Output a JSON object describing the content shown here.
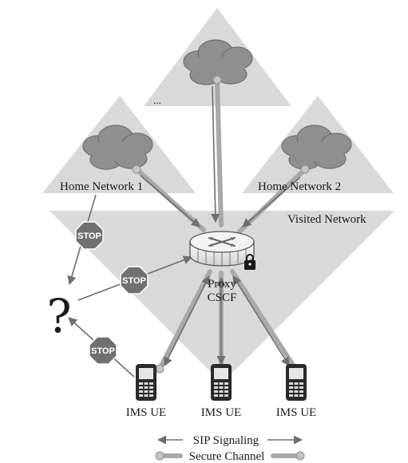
{
  "labels": {
    "top_network": "...",
    "home_network_1": "Home Network 1",
    "home_network_2": "Home Network 2",
    "visited_network": "Visited Network",
    "proxy_line1": "Proxy",
    "proxy_line2": "CSCF",
    "unknown": "?",
    "ue_left": "IMS UE",
    "ue_center": "IMS UE",
    "ue_right": "IMS UE"
  },
  "stop_signs": [
    "STOP",
    "STOP",
    "STOP"
  ],
  "legend": {
    "sip_signaling": "SIP Signaling",
    "secure_channel": "Secure Channel"
  },
  "icons": [
    "cloud-icon",
    "router-icon",
    "lock-icon",
    "phone-icon",
    "stop-sign-icon"
  ],
  "colors": {
    "network_region": "#d9d9d9",
    "cloud": "#8f8f8f",
    "channel": "#a9a9a9",
    "stop_sign": "#707070"
  }
}
